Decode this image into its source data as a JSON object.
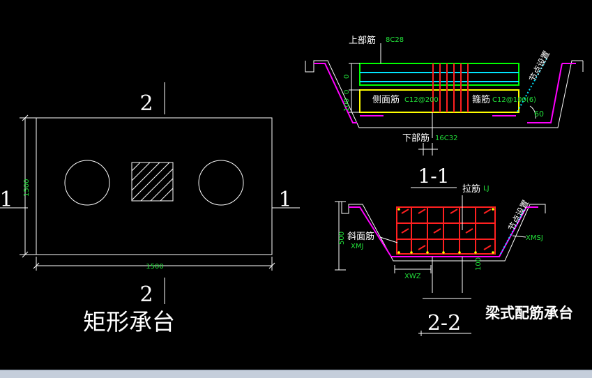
{
  "colors": {
    "background": "#000000",
    "line": "#ffffff",
    "rebar_top": "#00ff00",
    "rebar_bottom": "#ffff00",
    "rebar_side": "#00ffff",
    "rebar_stirrup": "#ff2020",
    "pile_outline": "#ff00ff",
    "label_green": "#22e03a",
    "status_bar": "#c5cedb"
  },
  "plan": {
    "title": "矩形承台",
    "width_dim": "1500",
    "height_dim": "1500",
    "section_top": "2",
    "section_bottom": "2",
    "section_left": "1",
    "section_right": "1"
  },
  "section_1_1": {
    "label": "1-1",
    "top_rebar_label": "上部筋",
    "top_rebar_value": "8C28",
    "side_rebar_label": "侧面筋",
    "side_rebar_value": "C12@200",
    "stirrup_label": "箍筋",
    "stirrup_value": "C12@100(6)",
    "bottom_rebar_label": "下部筋",
    "bottom_rebar_value": "16C32",
    "node_setting": "节点设置",
    "angle": "60",
    "dim_top": "0",
    "dim_a": "0",
    "dim_b": "100"
  },
  "section_2_2": {
    "label": "2-2",
    "tie_label": "拉筋",
    "tie_value": "LJ",
    "slope_label": "斜面筋",
    "slope_value": "XMJ",
    "xmsj": "XMSJ",
    "xwz": "XWZ",
    "node_setting": "节点设置",
    "height_dim": "500",
    "dim_100": "100"
  },
  "caption": "梁式配筋承台"
}
